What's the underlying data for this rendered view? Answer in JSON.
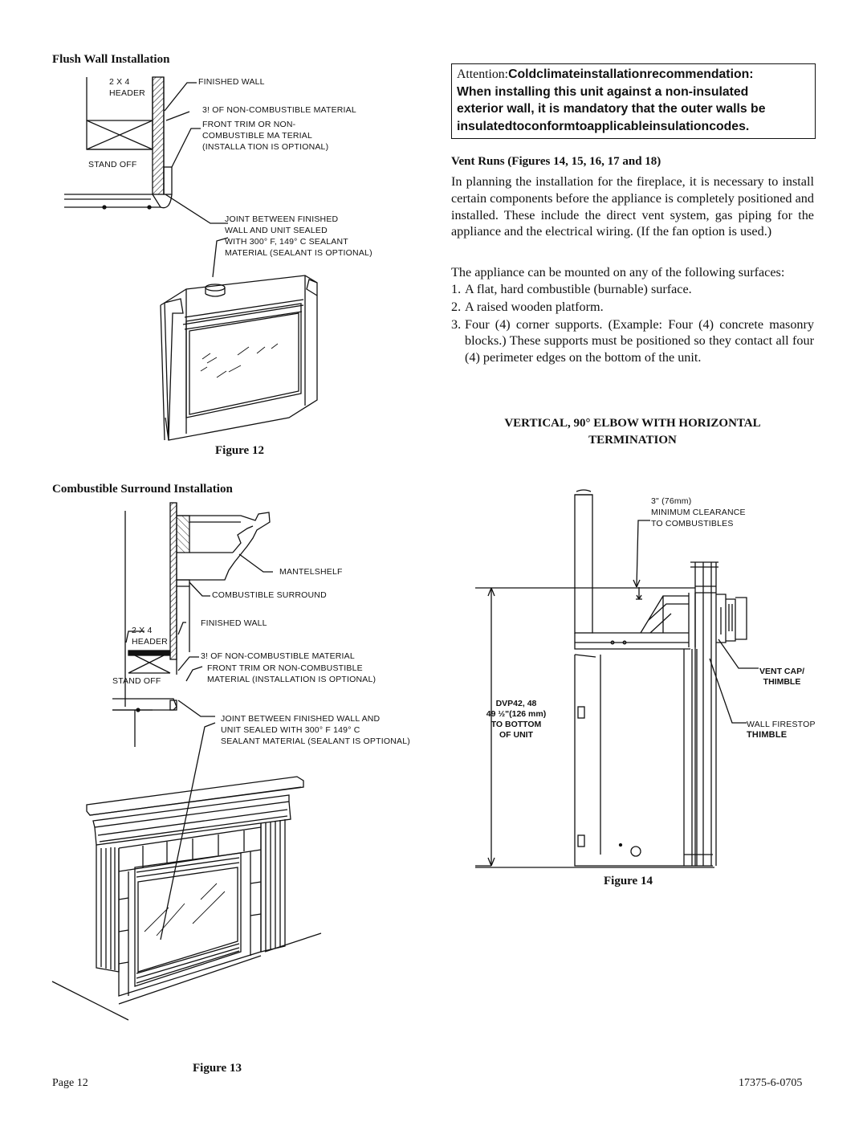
{
  "left": {
    "flush_title": "Flush Wall Installation",
    "fig12": {
      "header_label": [
        "2 X 4",
        "HEADER"
      ],
      "stand_off": "STAND OFF",
      "finished_wall": "FINISHED WALL",
      "noncomb": "3! OF NON-COMBUSTIBLE MATERIAL",
      "front_trim": [
        "FRONT TRIM OR NON-",
        "COMBUSTIBLE MA TERIAL",
        "(INSTALLA TION IS OPTIONAL)"
      ],
      "joint": [
        "JOINT BETWEEN FINISHED",
        "WALL  AND UNIT SEALED",
        "WITH 300° F, 149° C SEALANT",
        "MATERIAL (SEALANT IS OPTIONAL)"
      ],
      "caption": "Figure 12"
    },
    "surround_title": "Combustible Surround Installation",
    "fig13": {
      "mantelshelf": "MANTELSHELF",
      "comb_surround": "COMBUSTIBLE SURROUND",
      "finished_wall": "FINISHED WALL",
      "header_label": [
        "2 X 4",
        "HEADER"
      ],
      "noncomb": "3! OF NON-COMBUSTIBLE MATERIAL",
      "front_trim": [
        "FRONT TRIM OR NON-COMBUSTIBLE",
        "MATERIAL (INSTALLATION IS OPTIONAL)"
      ],
      "stand_off": "STAND OFF",
      "joint": [
        "JOINT BETWEEN FINISHED WALL AND",
        "UNIT SEALED WITH 300° F 149° C",
        "SEALANT MATERIAL (SEALANT IS OPTIONAL)"
      ],
      "caption": "Figure 13"
    }
  },
  "right": {
    "attention_prefix": "Attention:",
    "attention_bold": [
      "Coldclimateinstallationrecommendation:",
      "When installing this unit against a non-insulated",
      "exterior wall, it is mandatory that the outer walls be",
      "insulatedtoconformtoapplicableinsulationcodes."
    ],
    "vent_title": "Vent Runs (Figures 14, 15, 16, 17 and 18)",
    "vent_para": "In planning the installation for the fireplace, it is necessary to install certain components before the appliance is completely positioned and installed. These include the direct vent system, gas piping for the appliance and the electrical wiring. (If the fan option is used.)",
    "mount_intro": "The appliance can be mounted on any of the following surfaces:",
    "mount_items": [
      {
        "num": "1.",
        "text": "A flat, hard combustible (burnable) surface."
      },
      {
        "num": "2.",
        "text": "A raised wooden platform."
      },
      {
        "num": "3.",
        "text": "Four (4) corner supports. (Example: Four (4) concrete masonry blocks.) These supports must be positioned so they contact all four (4) perimeter edges on the bottom of the unit."
      }
    ],
    "section_title": [
      "VERTICAL, 90° ELBOW WITH HORIZONTAL",
      "TERMINATION"
    ],
    "fig14": {
      "clearance": [
        "3\" (76mm)",
        "MINIMUM CLEARANCE",
        "TO COMBUSTIBLES"
      ],
      "vent_cap": [
        "VENT CAP/",
        "THIMBLE"
      ],
      "dim": [
        "DVP42, 48",
        "49 ½\"(126 mm)",
        "TO BOTTOM",
        "OF UNIT"
      ],
      "firestop": [
        "WALL FIRESTOP",
        "THIMBLE"
      ],
      "caption": "Figure 14"
    }
  },
  "footer": {
    "page": "Page 12",
    "doc_no": "17375-6-0705"
  }
}
